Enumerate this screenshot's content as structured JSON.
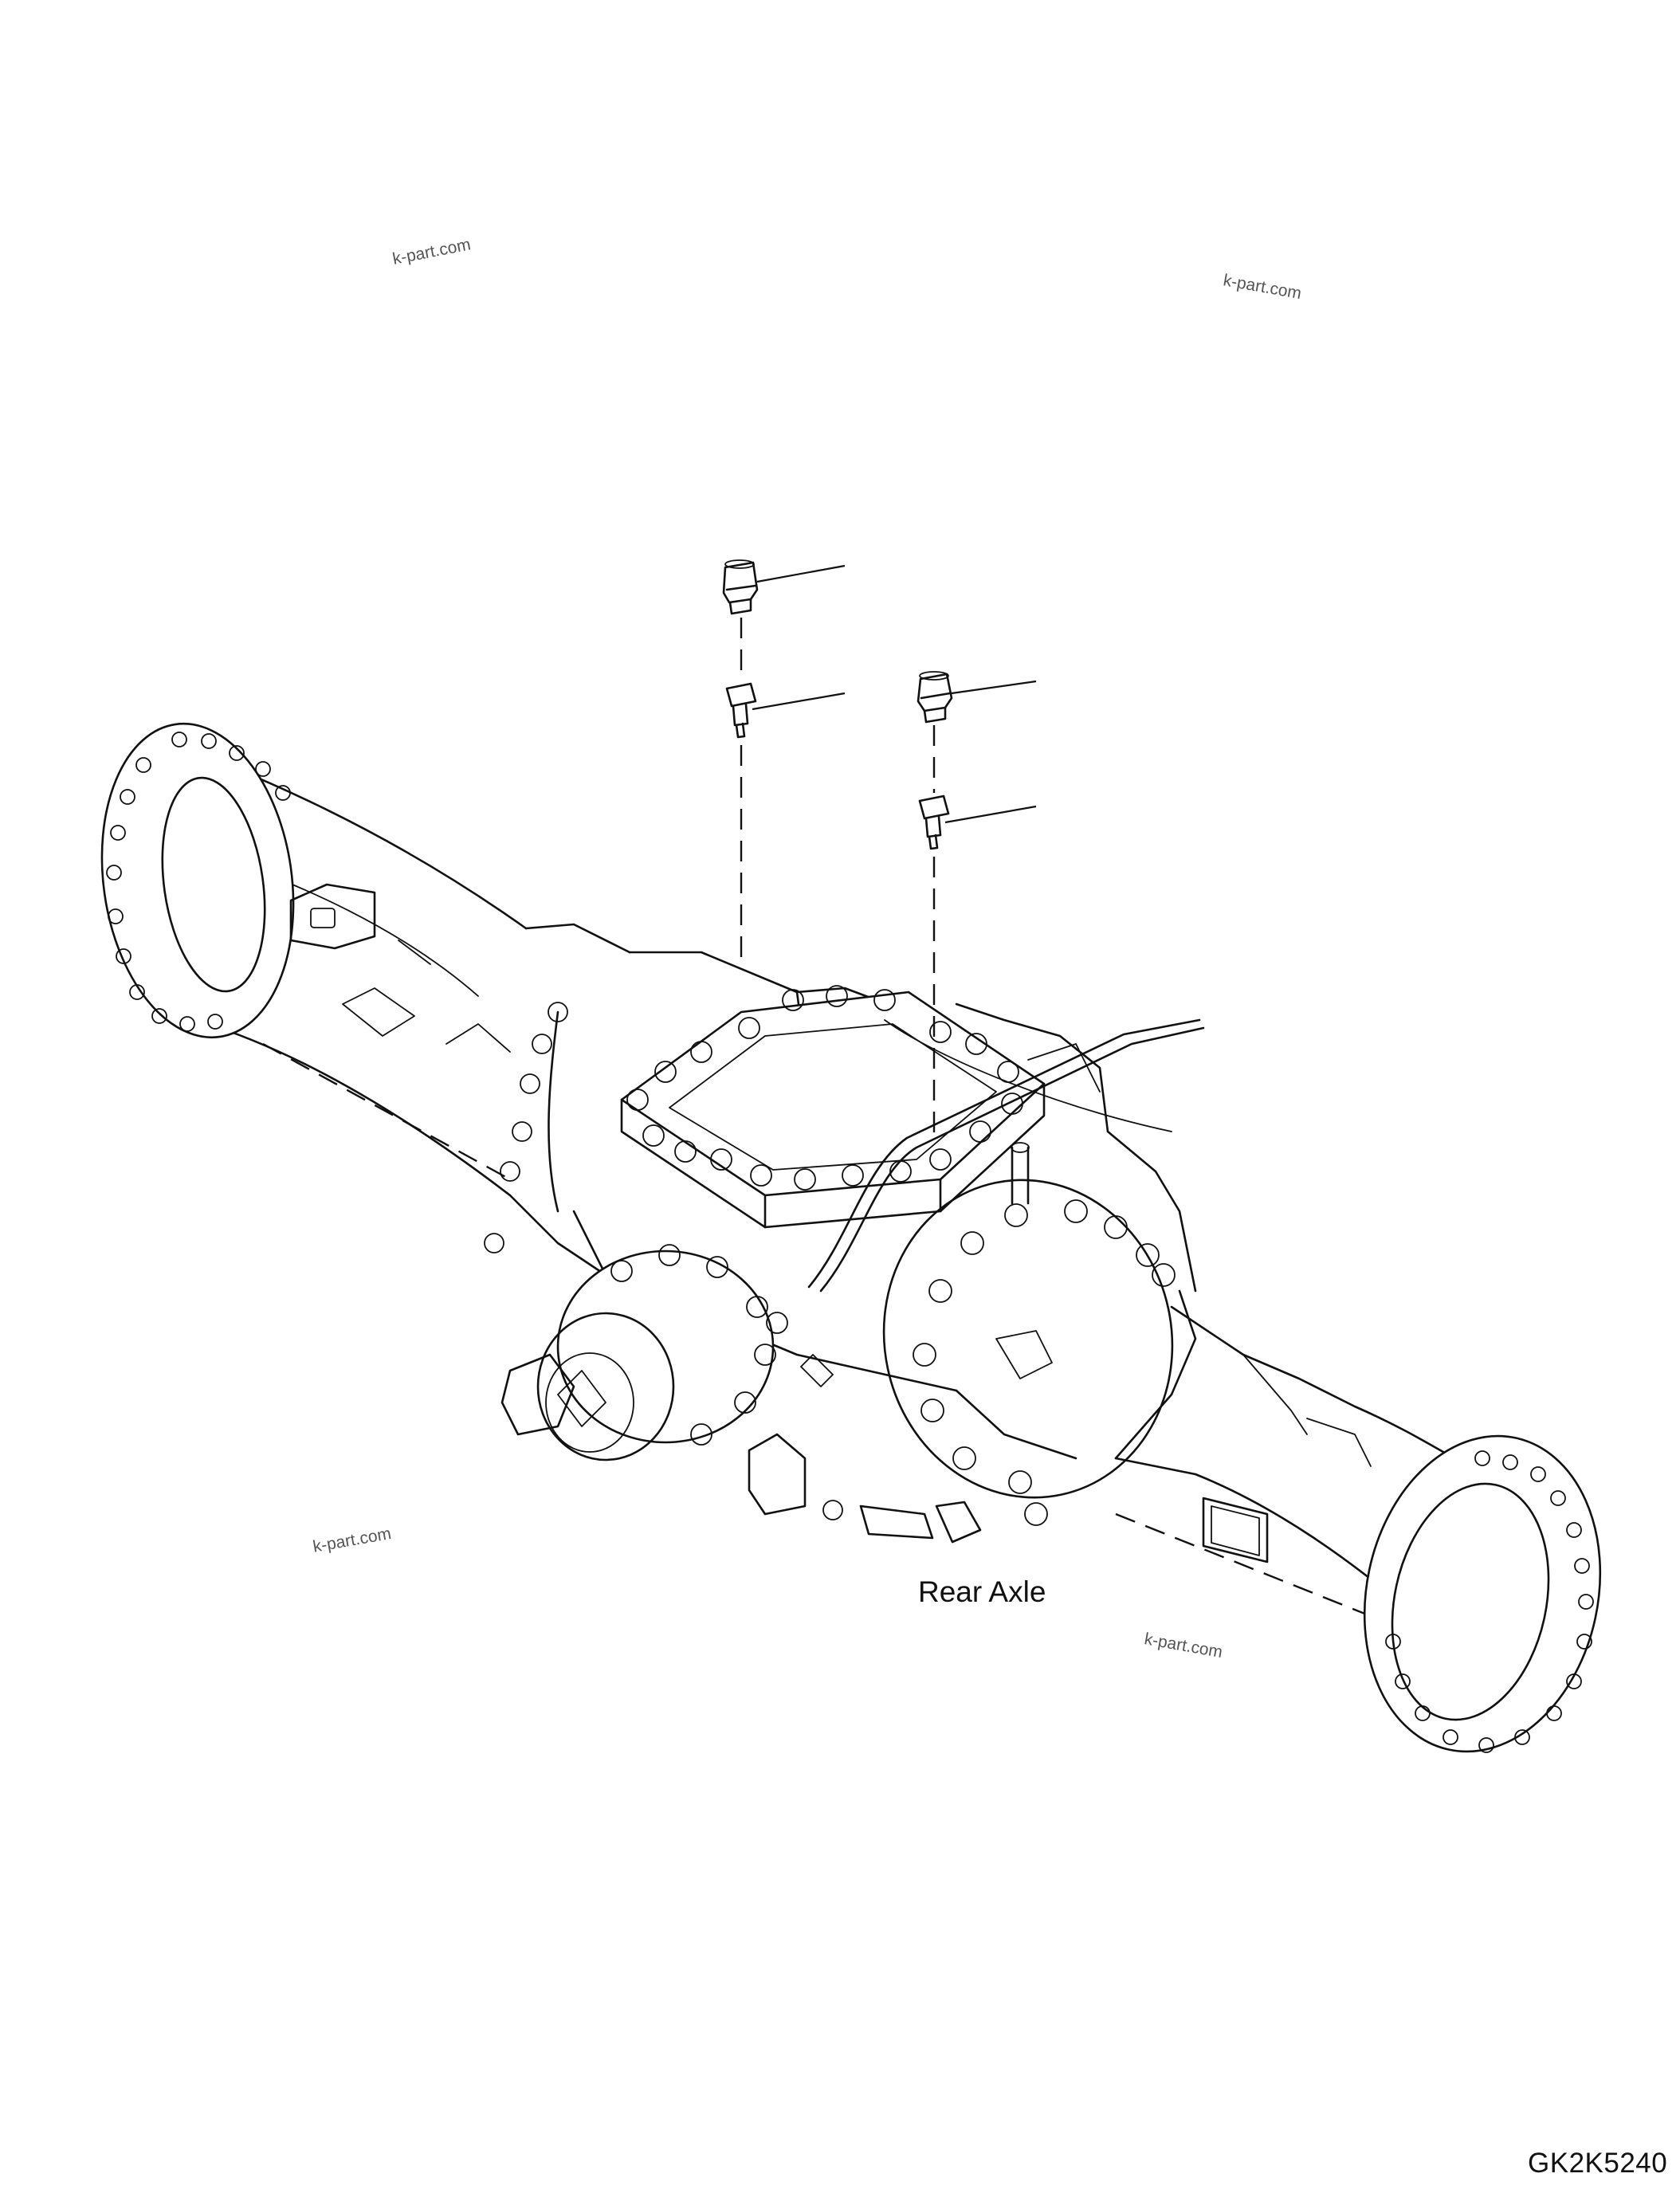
{
  "diagram": {
    "caption": "Rear Axle",
    "drawing_code": "GK2K5240",
    "watermarks": [
      "k-part.com",
      "k-part.com",
      "k-part.com",
      "k-part.com"
    ],
    "line_color": "#111111",
    "background_color": "#ffffff"
  }
}
